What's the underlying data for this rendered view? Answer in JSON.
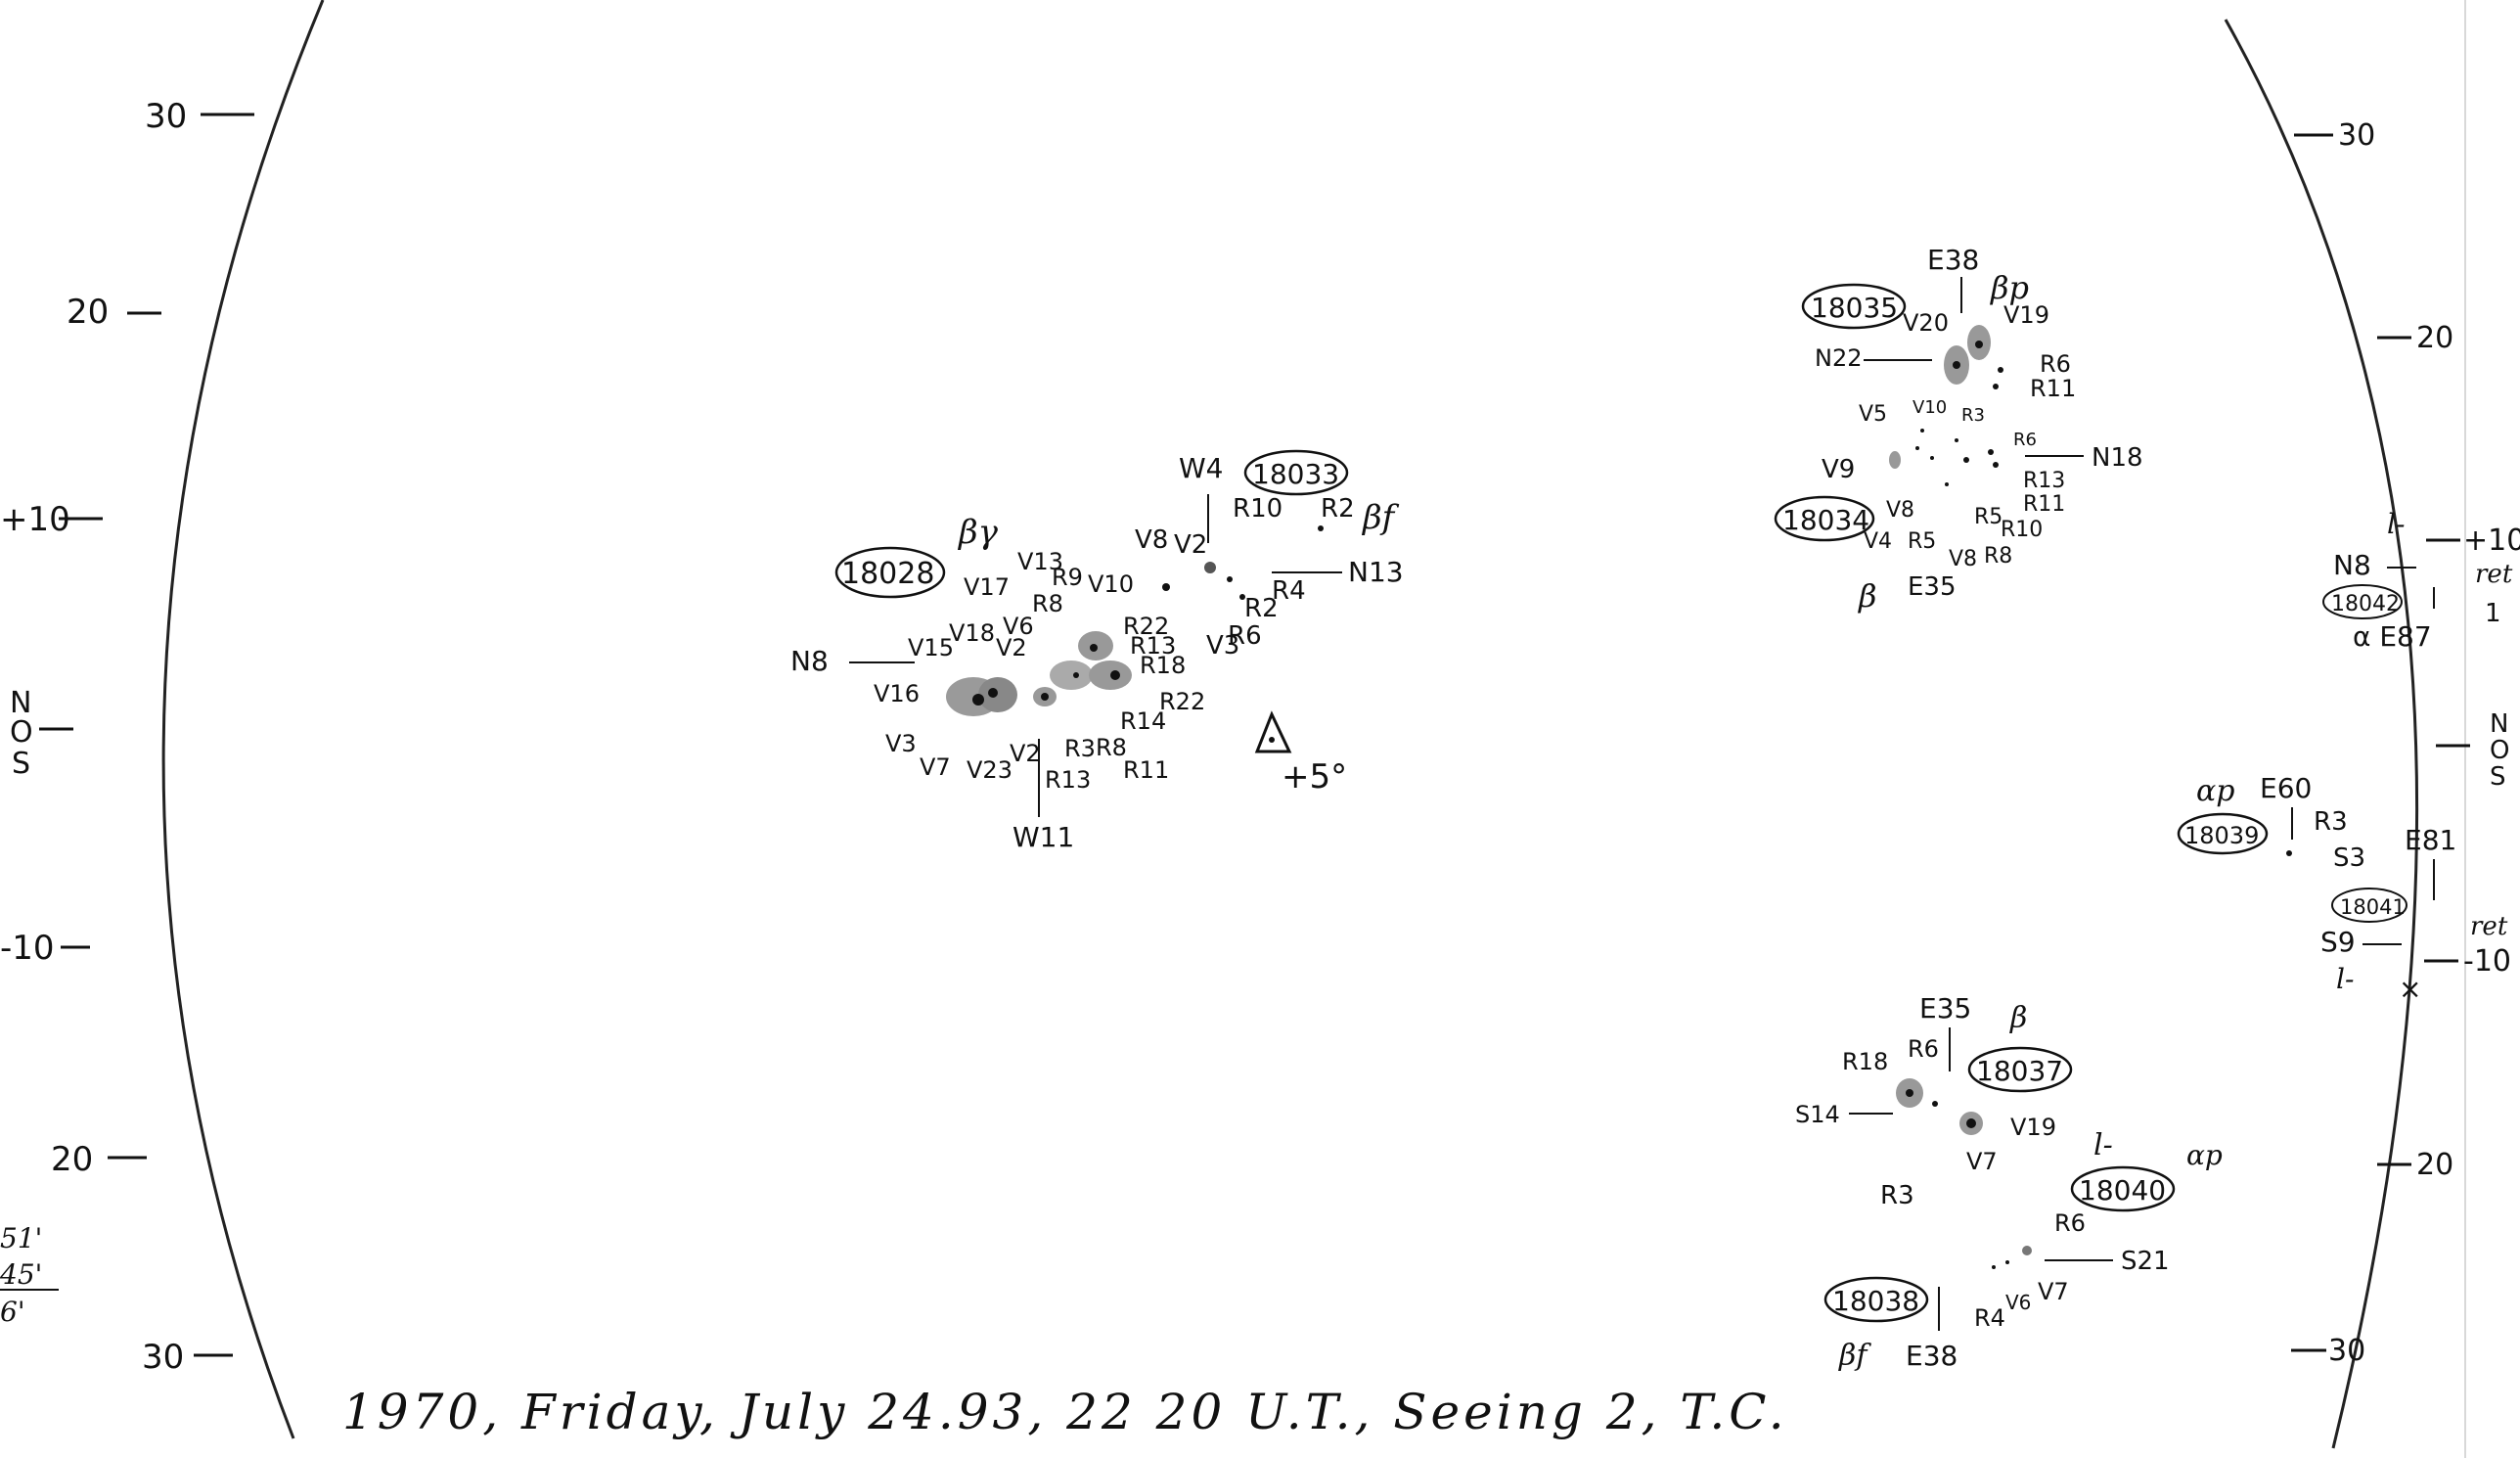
{
  "scale_left": [
    "30",
    "20",
    "+10",
    "N",
    "O",
    "S",
    "-10",
    "20",
    "30"
  ],
  "scale_right": [
    "30",
    "20",
    "+10",
    "N",
    "O",
    "S",
    "-10",
    "20",
    "30"
  ],
  "edge_notes_left": [
    "51'",
    "45'",
    "6'"
  ],
  "edge_notes_right": [
    "l-",
    "N8",
    "18042",
    "ret",
    "1",
    "α E87",
    "E81",
    "18041",
    "S9",
    "ret",
    "l-",
    "×"
  ],
  "groups": {
    "g18028": {
      "number": "18028",
      "class": "βγ",
      "labels": [
        "N8",
        "V15",
        "V16",
        "V18",
        "V17",
        "V13",
        "V6",
        "V2",
        "R8",
        "R9",
        "V10",
        "R22",
        "R13",
        "R18",
        "R14",
        "R22",
        "V3",
        "V7",
        "V23",
        "V2",
        "R3",
        "R13",
        "R8",
        "R11",
        "W11"
      ]
    },
    "g18033": {
      "number": "18033",
      "class": "βf",
      "labels": [
        "W4",
        "V8",
        "V2",
        "R10",
        "R2",
        "N13",
        "R4",
        "R2",
        "R6",
        "V3"
      ]
    },
    "g18035": {
      "number": "18035",
      "class": "βp",
      "labels": [
        "E38",
        "V20",
        "V19",
        "N22",
        "R6",
        "R11"
      ]
    },
    "g18034": {
      "number": "18034",
      "class": "β",
      "labels": [
        "V5",
        "V10",
        "R3",
        "R6",
        "N18",
        "V9",
        "R13",
        "R11",
        "V8",
        "R5",
        "R10",
        "V4",
        "R5",
        "V8",
        "R8",
        "E35"
      ]
    },
    "g18039": {
      "number": "18039",
      "class": "αp",
      "labels": [
        "E60",
        "R3",
        "S3"
      ]
    },
    "g18037": {
      "number": "18037",
      "class": "β",
      "labels": [
        "E35",
        "R18",
        "R6",
        "S14",
        "V19",
        "V7"
      ]
    },
    "g18040": {
      "number": "18040",
      "class": "αp",
      "labels": [
        "l-",
        "R6",
        "S21",
        "V7",
        "V6",
        "R4"
      ]
    },
    "g18038": {
      "number": "18038",
      "class": "βf",
      "labels": [
        "R3",
        "βf",
        "E38"
      ]
    }
  },
  "orientation_mark": "+5°",
  "caption": "1970, Friday, July 24.93, 22 20 U.T., Seeing 2, T.C."
}
